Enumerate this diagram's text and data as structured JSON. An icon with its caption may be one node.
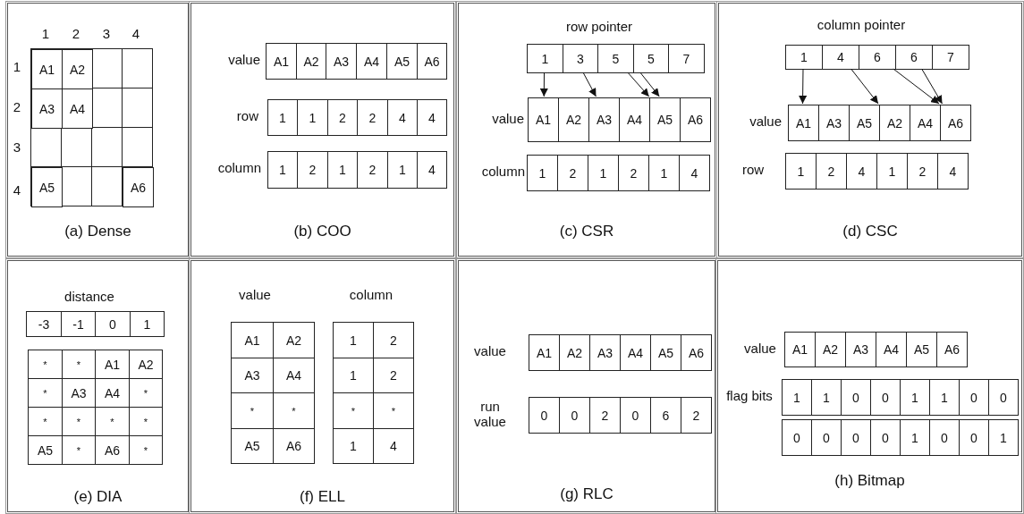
{
  "diagram": {
    "nodes": [
      {
        "text": [
          "(a) Dense"
        ]
      },
      {
        "text": [
          "A1"
        ],
        "in": 0
      },
      {
        "text": [
          "A2"
        ],
        "in": 0
      },
      {
        "text": [
          "A3"
        ],
        "in": 0
      },
      {
        "text": [
          "A4"
        ],
        "in": 0
      },
      {
        "text": [
          "A5"
        ],
        "in": 0
      },
      {
        "text": [
          "A6"
        ],
        "in": 0
      },
      {
        "text": [
          "(b) COO"
        ]
      },
      {
        "text": [
          "A1"
        ],
        "in": 7
      },
      {
        "text": [
          "A2"
        ],
        "in": 7
      },
      {
        "text": [
          "A3"
        ],
        "in": 7
      },
      {
        "text": [
          "A4"
        ],
        "in": 7
      },
      {
        "text": [
          "A5"
        ],
        "in": 7
      },
      {
        "text": [
          "A6"
        ],
        "in": 7
      },
      {
        "text": [
          "1"
        ],
        "in": 7
      },
      {
        "text": [
          "1"
        ],
        "in": 7
      },
      {
        "text": [
          "2"
        ],
        "in": 7
      },
      {
        "text": [
          "2"
        ],
        "in": 7
      },
      {
        "text": [
          "4"
        ],
        "in": 7
      },
      {
        "text": [
          "4"
        ],
        "in": 7
      },
      {
        "text": [
          "1"
        ],
        "in": 7
      },
      {
        "text": [
          "2"
        ],
        "in": 7
      },
      {
        "text": [
          "1"
        ],
        "in": 7
      },
      {
        "text": [
          "2"
        ],
        "in": 7
      },
      {
        "text": [
          "1"
        ],
        "in": 7
      },
      {
        "text": [
          "4"
        ],
        "in": 7
      },
      {
        "text": [
          "(c) CSR"
        ]
      },
      {
        "text": [
          "1"
        ],
        "in": 26
      },
      {
        "text": [
          "3"
        ],
        "in": 26
      },
      {
        "text": [
          "5"
        ],
        "in": 26
      },
      {
        "text": [
          "5"
        ],
        "in": 26
      },
      {
        "text": [
          "7"
        ],
        "in": 26
      },
      {
        "text": [
          "A1"
        ],
        "in": 26
      },
      {
        "text": [
          "A2"
        ],
        "in": 26
      },
      {
        "text": [
          "A3"
        ],
        "in": 26
      },
      {
        "text": [
          "A4"
        ],
        "in": 26
      },
      {
        "text": [
          "A5"
        ],
        "in": 26
      },
      {
        "text": [
          "A6"
        ],
        "in": 26
      },
      {
        "text": [
          "1"
        ],
        "in": 26
      },
      {
        "text": [
          "2"
        ],
        "in": 26
      },
      {
        "text": [
          "1"
        ],
        "in": 26
      },
      {
        "text": [
          "2"
        ],
        "in": 26
      },
      {
        "text": [
          "1"
        ],
        "in": 26
      },
      {
        "text": [
          "4"
        ],
        "in": 26
      },
      {
        "text": [
          "(d) CSC"
        ]
      },
      {
        "text": [
          "1"
        ],
        "in": 44
      },
      {
        "text": [
          "4"
        ],
        "in": 44
      },
      {
        "text": [
          "6"
        ],
        "in": 44
      },
      {
        "text": [
          "6"
        ],
        "in": 44
      },
      {
        "text": [
          "7"
        ],
        "in": 44
      },
      {
        "text": [
          "A1"
        ],
        "in": 44
      },
      {
        "text": [
          "A3"
        ],
        "in": 44
      },
      {
        "text": [
          "A5"
        ],
        "in": 44
      },
      {
        "text": [
          "A2"
        ],
        "in": 44
      },
      {
        "text": [
          "A4"
        ],
        "in": 44
      },
      {
        "text": [
          "A6"
        ],
        "in": 44
      },
      {
        "text": [
          "1"
        ],
        "in": 44
      },
      {
        "text": [
          "2"
        ],
        "in": 44
      },
      {
        "text": [
          "4"
        ],
        "in": 44
      },
      {
        "text": [
          "1"
        ],
        "in": 44
      },
      {
        "text": [
          "2"
        ],
        "in": 44
      },
      {
        "text": [
          "4"
        ],
        "in": 44
      },
      {
        "text": [
          "(e) DIA"
        ]
      },
      {
        "text": [
          "-3"
        ],
        "in": 62
      },
      {
        "text": [
          "-1"
        ],
        "in": 62
      },
      {
        "text": [
          "0"
        ],
        "in": 62
      },
      {
        "text": [
          "1"
        ],
        "in": 62
      },
      {
        "text": [
          "*"
        ],
        "in": 62
      },
      {
        "text": [
          "*"
        ],
        "in": 62
      },
      {
        "text": [
          "A1"
        ],
        "in": 62
      },
      {
        "text": [
          "A2"
        ],
        "in": 62
      },
      {
        "text": [
          "*"
        ],
        "in": 62
      },
      {
        "text": [
          "A3"
        ],
        "in": 62
      },
      {
        "text": [
          "A4"
        ],
        "in": 62
      },
      {
        "text": [
          "*"
        ],
        "in": 62
      },
      {
        "text": [
          "*"
        ],
        "in": 62
      },
      {
        "text": [
          "*"
        ],
        "in": 62
      },
      {
        "text": [
          "*"
        ],
        "in": 62
      },
      {
        "text": [
          "*"
        ],
        "in": 62
      },
      {
        "text": [
          "A5"
        ],
        "in": 62
      },
      {
        "text": [
          "*"
        ],
        "in": 62
      },
      {
        "text": [
          "A6"
        ],
        "in": 62
      },
      {
        "text": [
          "*"
        ],
        "in": 62
      },
      {
        "text": [
          "(f) ELL"
        ]
      },
      {
        "text": [
          "A1"
        ],
        "in": 83
      },
      {
        "text": [
          "A2"
        ],
        "in": 83
      },
      {
        "text": [
          "A3"
        ],
        "in": 83
      },
      {
        "text": [
          "A4"
        ],
        "in": 83
      },
      {
        "text": [
          "*"
        ],
        "in": 83
      },
      {
        "text": [
          "*"
        ],
        "in": 83
      },
      {
        "text": [
          "A5"
        ],
        "in": 83
      },
      {
        "text": [
          "A6"
        ],
        "in": 83
      },
      {
        "text": [
          "1"
        ],
        "in": 83
      },
      {
        "text": [
          "2"
        ],
        "in": 83
      },
      {
        "text": [
          "1"
        ],
        "in": 83
      },
      {
        "text": [
          "2"
        ],
        "in": 83
      },
      {
        "text": [
          "*"
        ],
        "in": 83
      },
      {
        "text": [
          "*"
        ],
        "in": 83
      },
      {
        "text": [
          "1"
        ],
        "in": 83
      },
      {
        "text": [
          "4"
        ],
        "in": 83
      },
      {
        "text": [
          "(g) RLC"
        ]
      },
      {
        "text": [
          "A1"
        ],
        "in": 100
      },
      {
        "text": [
          "A2"
        ],
        "in": 100
      },
      {
        "text": [
          "A3"
        ],
        "in": 100
      },
      {
        "text": [
          "A4"
        ],
        "in": 100
      },
      {
        "text": [
          "A5"
        ],
        "in": 100
      },
      {
        "text": [
          "A6"
        ],
        "in": 100
      },
      {
        "text": [
          "0"
        ],
        "in": 100
      },
      {
        "text": [
          "0"
        ],
        "in": 100
      },
      {
        "text": [
          "2"
        ],
        "in": 100
      },
      {
        "text": [
          "0"
        ],
        "in": 100
      },
      {
        "text": [
          "6"
        ],
        "in": 100
      },
      {
        "text": [
          "2"
        ],
        "in": 100
      },
      {
        "text": [
          "(h) Bitmap"
        ]
      },
      {
        "text": [
          "A1"
        ],
        "in": 113
      },
      {
        "text": [
          "A2"
        ],
        "in": 113
      },
      {
        "text": [
          "A3"
        ],
        "in": 113
      },
      {
        "text": [
          "A4"
        ],
        "in": 113
      },
      {
        "text": [
          "A5"
        ],
        "in": 113
      },
      {
        "text": [
          "A6"
        ],
        "in": 113
      },
      {
        "text": [
          "1"
        ],
        "in": 113
      },
      {
        "text": [
          "1"
        ],
        "in": 113
      },
      {
        "text": [
          "0"
        ],
        "in": 113
      },
      {
        "text": [
          "0"
        ],
        "in": 113
      },
      {
        "text": [
          "1"
        ],
        "in": 113
      },
      {
        "text": [
          "1"
        ],
        "in": 113
      },
      {
        "text": [
          "0"
        ],
        "in": 113
      },
      {
        "text": [
          "0"
        ],
        "in": 113
      },
      {
        "text": [
          "0"
        ],
        "in": 113
      },
      {
        "text": [
          "0"
        ],
        "in": 113
      },
      {
        "text": [
          "0"
        ],
        "in": 113
      },
      {
        "text": [
          "0"
        ],
        "in": 113
      },
      {
        "text": [
          "1"
        ],
        "in": 113
      },
      {
        "text": [
          "0"
        ],
        "in": 113
      },
      {
        "text": [
          "0"
        ],
        "in": 113
      },
      {
        "text": [
          "1"
        ],
        "in": 113
      }
    ],
    "edges": [
      {
        "from": 27,
        "to": 32,
        "arrow": "to"
      },
      {
        "from": 28,
        "to": 34,
        "arrow": "to"
      },
      {
        "from": 29,
        "to": 36,
        "arrow": "to"
      },
      {
        "from": 30,
        "to": 36,
        "arrow": "to"
      },
      {
        "from": 45,
        "to": 50,
        "arrow": "to"
      },
      {
        "from": 46,
        "to": 53,
        "arrow": "to"
      },
      {
        "from": 47,
        "to": 55,
        "arrow": "to"
      },
      {
        "from": 48,
        "to": 55,
        "arrow": "to"
      }
    ],
    "labels": [
      "1",
      "2",
      "3",
      "4",
      "1",
      "2",
      "3",
      "4",
      "value",
      "row",
      "column",
      "row pointer",
      "value",
      "column",
      "column pointer",
      "value",
      "row",
      "distance",
      "value",
      "column",
      "value",
      "run value",
      "value",
      "flag bits"
    ]
  }
}
